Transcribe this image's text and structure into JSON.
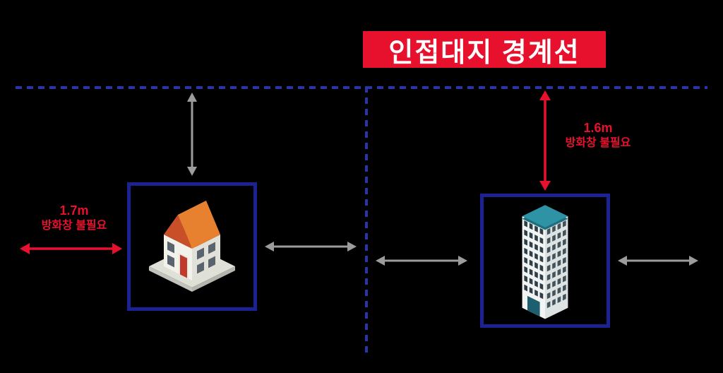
{
  "diagram": {
    "title": "인접대지 경계선"
  },
  "annotations": {
    "left": {
      "distance": "1.7m",
      "note": "방화창 불필요"
    },
    "right": {
      "distance": "1.6m",
      "note": "방화창 불필요"
    }
  },
  "icons": {
    "left_plot": "house-icon",
    "right_plot": "building-icon"
  },
  "colors": {
    "background": "#000000",
    "title_bg": "#e8112d",
    "title_text": "#ffffff",
    "boundary_line": "#2a35a8",
    "plot_box_border": "#1c2291",
    "red_accent": "#e8112d",
    "gray_arrow": "#9c9c9c",
    "house_roof": "#e8812f",
    "tower_roof": "#2e93a5"
  }
}
